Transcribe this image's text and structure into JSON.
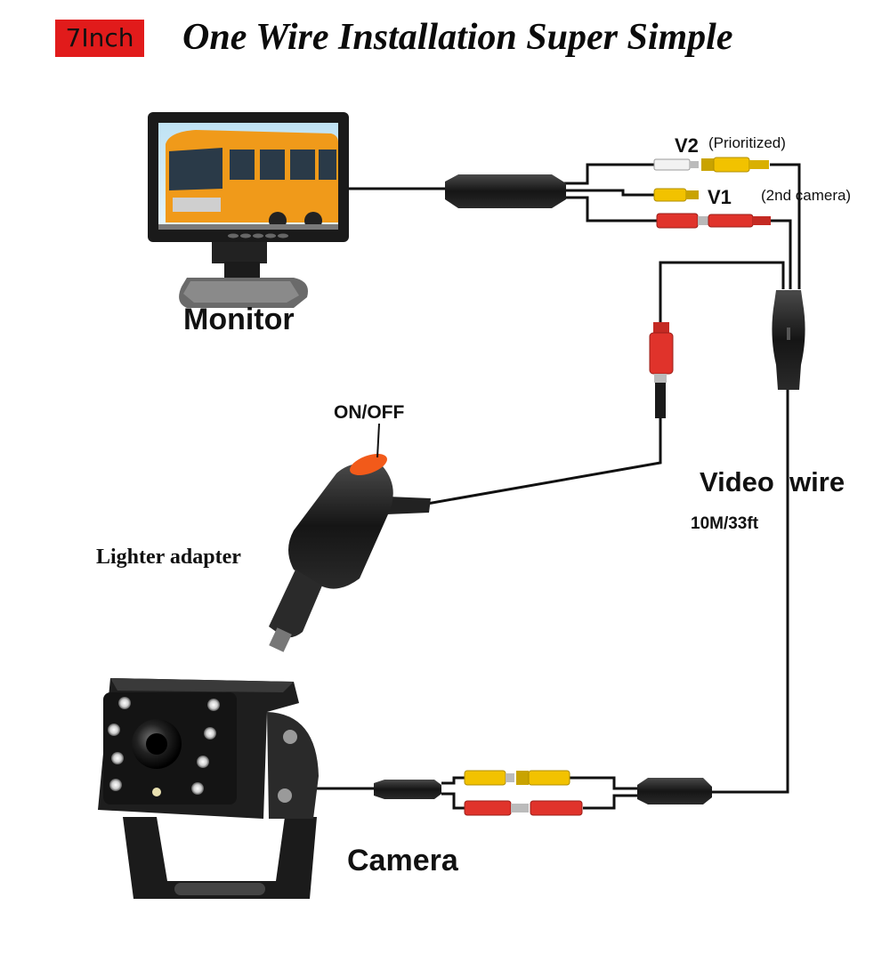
{
  "header": {
    "badge": "7Inch",
    "title": "One Wire Installation Super Simple"
  },
  "labels": {
    "monitor": "Monitor",
    "v2": "V2",
    "prioritized": "(Prioritized)",
    "v1": "V1",
    "second_camera": "(2nd camera)",
    "on_off": "ON/OFF",
    "lighter_adapter": "Lighter adapter",
    "video_wire": "Video  wire",
    "length": "10M/33ft",
    "camera": "Camera"
  },
  "colors": {
    "badge_red": "#e11b1b",
    "rca_yellow": "#f2c200",
    "rca_red": "#e0332b",
    "rca_white": "#f2f2f2",
    "cable_black": "#111111",
    "bus_orange": "#f09a1a",
    "switch_orange": "#f25a1a"
  },
  "icons": {
    "monitor": "monitor-icon",
    "lighter": "lighter-adapter-icon",
    "camera": "camera-icon"
  }
}
